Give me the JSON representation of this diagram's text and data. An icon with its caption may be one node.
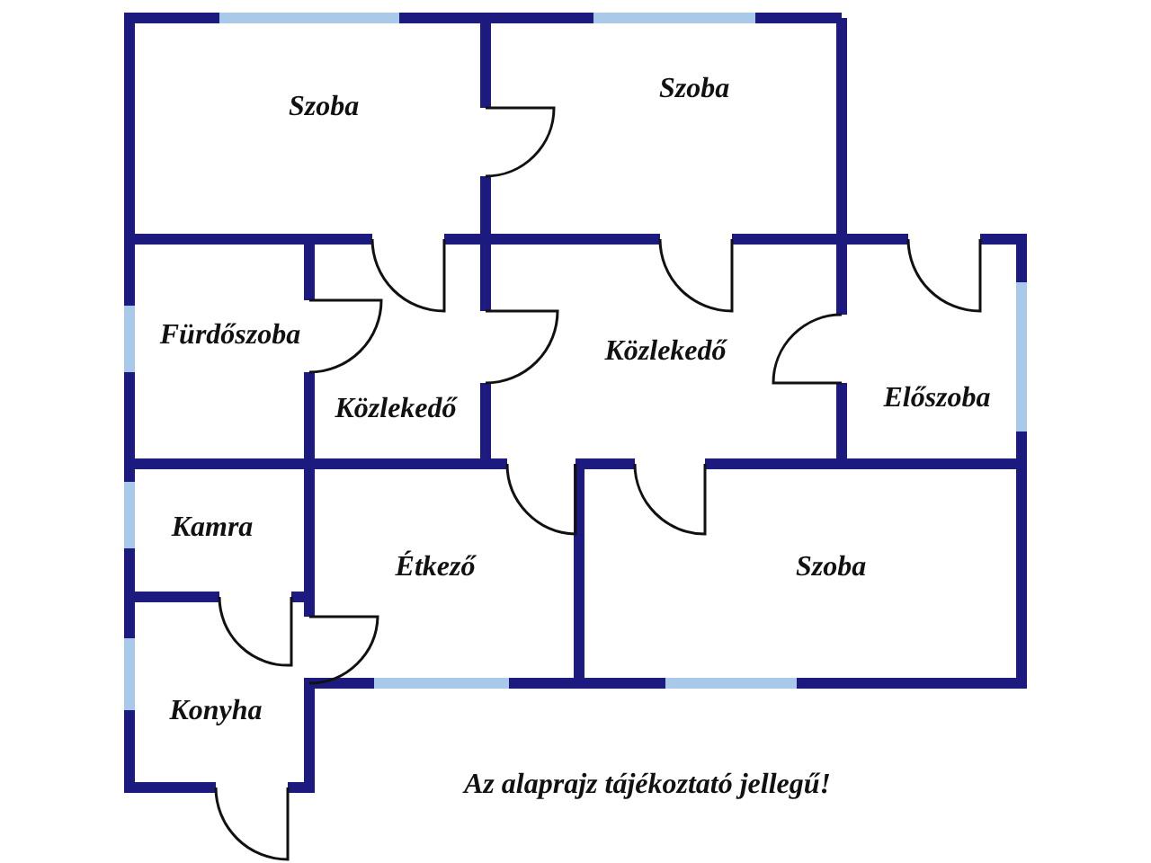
{
  "diagram": {
    "nodes": [
      {
        "text": [
          "Szoba"
        ]
      },
      {
        "text": [
          "Szoba"
        ]
      },
      {
        "text": [
          "Fürdőszoba"
        ]
      },
      {
        "text": [
          "Közlekedő"
        ]
      },
      {
        "text": [
          "Közlekedő"
        ]
      },
      {
        "text": [
          "Előszoba"
        ]
      },
      {
        "text": [
          "Kamra"
        ]
      },
      {
        "text": [
          "Étkező"
        ]
      },
      {
        "text": [
          "Szoba"
        ]
      },
      {
        "text": [
          "Konyha"
        ]
      }
    ],
    "labels": [
      "Az alaprajz tájékoztató jellegű!"
    ]
  }
}
